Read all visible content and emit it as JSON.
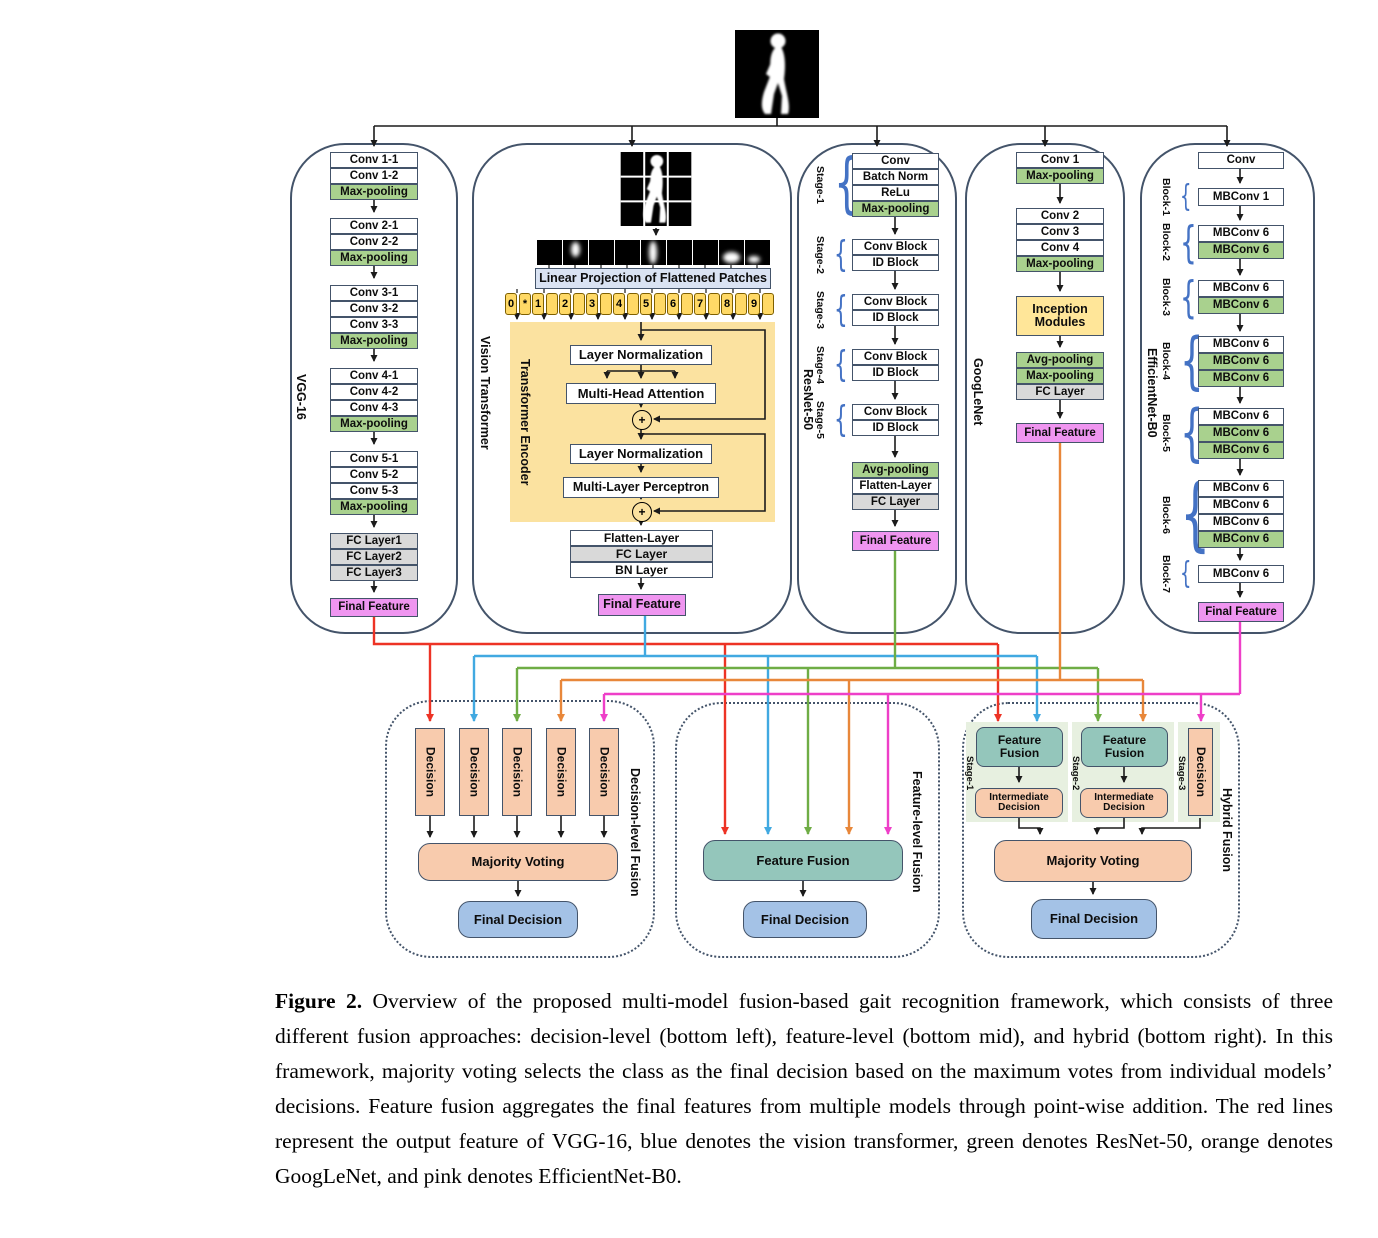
{
  "caption": {
    "tag": "Figure 2.",
    "text": "Overview of the proposed multi-model fusion-based gait recognition framework, which consists of three different fusion approaches: decision-level (bottom left), feature-level (bottom mid), and hybrid (bottom right). In this framework, majority voting selects the class as the final decision based on the maximum votes from individual models’ decisions. Feature fusion aggregates the final features from multiple models through point-wise addition. The red lines represent the output feature of VGG-16, blue denotes the vision transformer, green denotes ResNet-50, orange denotes GoogLeNet, and pink denotes EfficientNet-B0."
  },
  "line_colors": {
    "vgg16": "#ed3325",
    "vit": "#41a9e1",
    "resnet50": "#6fad45",
    "googlenet": "#e8873a",
    "efficientnet": "#ee3fc8"
  },
  "vgg": {
    "title": "VGG-16",
    "rows": [
      "Conv 1-1",
      "Conv 1-2",
      "Max-pooling",
      "Conv 2-1",
      "Conv 2-2",
      "Max-pooling",
      "Conv 3-1",
      "Conv 3-2",
      "Conv 3-3",
      "Max-pooling",
      "Conv 4-1",
      "Conv 4-2",
      "Conv 4-3",
      "Max-pooling",
      "Conv 5-1",
      "Conv 5-2",
      "Conv 5-3",
      "Max-pooling",
      "FC Layer1",
      "FC Layer2",
      "FC Layer3"
    ],
    "final_feature": "Final Feature"
  },
  "vit": {
    "title": "Vision Transformer",
    "linear_projection": "Linear Projection of Flattened Patches",
    "tokens": [
      "0",
      "*",
      "1",
      "2",
      "3",
      "4",
      "5",
      "6",
      "7",
      "8",
      "9"
    ],
    "encoder_label": "Transformer Encoder",
    "ln1": "Layer Normalization",
    "mha": "Multi-Head Attention",
    "ln2": "Layer Normalization",
    "mlp": "Multi-Layer Perceptron",
    "plus": "+",
    "tail": [
      "Flatten-Layer",
      "FC Layer",
      "BN Layer"
    ],
    "final_feature": "Final Feature"
  },
  "resnet": {
    "title": "ResNet-50",
    "stages": [
      {
        "label": "Stage-1",
        "rows": [
          "Conv",
          "Batch Norm",
          "ReLu",
          "Max-pooling"
        ]
      },
      {
        "label": "Stage-2",
        "rows": [
          "Conv Block",
          "ID Block"
        ]
      },
      {
        "label": "Stage-3",
        "rows": [
          "Conv Block",
          "ID Block"
        ]
      },
      {
        "label": "Stage-4",
        "rows": [
          "Conv Block",
          "ID Block"
        ]
      },
      {
        "label": "Stage-5",
        "rows": [
          "Conv Block",
          "ID Block"
        ]
      }
    ],
    "tail": [
      "Avg-pooling",
      "Flatten-Layer",
      "FC Layer"
    ],
    "final_feature": "Final Feature"
  },
  "googlenet": {
    "title": "GoogLeNet",
    "group1": [
      "Conv 1",
      "Max-pooling"
    ],
    "group2": [
      "Conv 2",
      "Conv 3",
      "Conv 4",
      "Max-pooling"
    ],
    "inception": "Inception Modules",
    "tail": [
      "Avg-pooling",
      "Max-pooling",
      "FC Layer"
    ],
    "final_feature": "Final Feature"
  },
  "efficientnet": {
    "title": "EfficientNet-B0",
    "stem": "Conv",
    "blocks": [
      {
        "label": "Block-1",
        "rows": [
          "MBConv 1"
        ]
      },
      {
        "label": "Block-2",
        "rows": [
          "MBConv 6",
          "MBConv 6"
        ]
      },
      {
        "label": "Block-3",
        "rows": [
          "MBConv 6",
          "MBConv 6"
        ]
      },
      {
        "label": "Block-4",
        "rows": [
          "MBConv 6",
          "MBConv 6",
          "MBConv 6"
        ]
      },
      {
        "label": "Block-5",
        "rows": [
          "MBConv 6",
          "MBConv 6",
          "MBConv 6"
        ]
      },
      {
        "label": "Block-6",
        "rows": [
          "MBConv 6",
          "MBConv 6",
          "MBConv 6",
          "MBConv 6"
        ]
      },
      {
        "label": "Block-7",
        "rows": [
          "MBConv 6"
        ]
      }
    ],
    "final_feature": "Final Feature"
  },
  "decision_fusion": {
    "label": "Decision-level Fusion",
    "decisions": [
      "Decision",
      "Decision",
      "Decision",
      "Decision",
      "Decision"
    ],
    "majority_voting": "Majority Voting",
    "final_decision": "Final Decision"
  },
  "feature_fusion": {
    "label": "Feature-level Fusion",
    "fusion": "Feature Fusion",
    "final_decision": "Final Decision"
  },
  "hybrid_fusion": {
    "label": "Hybrid Fusion",
    "stages": [
      {
        "label": "Stage-1",
        "fusion": "Feature Fusion",
        "decision": "Intermediate Decision"
      },
      {
        "label": "Stage-2",
        "fusion": "Feature Fusion",
        "decision": "Intermediate Decision"
      },
      {
        "label": "Stage-3",
        "decision": "Decision"
      }
    ],
    "majority_voting": "Majority Voting",
    "final_decision": "Final Decision"
  }
}
